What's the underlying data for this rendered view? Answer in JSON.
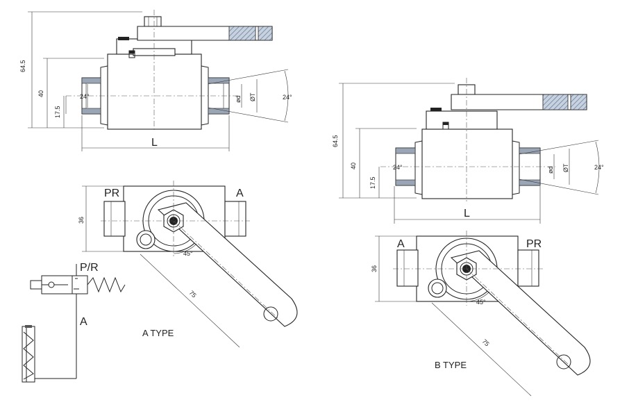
{
  "dimensions": {
    "height_total": "64.5",
    "height_body": "40",
    "height_axis": "17.5",
    "angle": "24°",
    "dia_d": "ød",
    "dia_t": "ØT",
    "length": "L",
    "width": "36",
    "handle_length": "75",
    "handle_angle": "45°"
  },
  "ports": {
    "pr": "PR",
    "a": "A"
  },
  "symbol": {
    "pr_label": "P/R",
    "a_label": "A"
  },
  "types": {
    "a_type": "A TYPE",
    "b_type": "B TYPE"
  },
  "colors": {
    "hatch": "#6b7fa0",
    "thread": "#9aa6b5",
    "line": "#222222"
  }
}
